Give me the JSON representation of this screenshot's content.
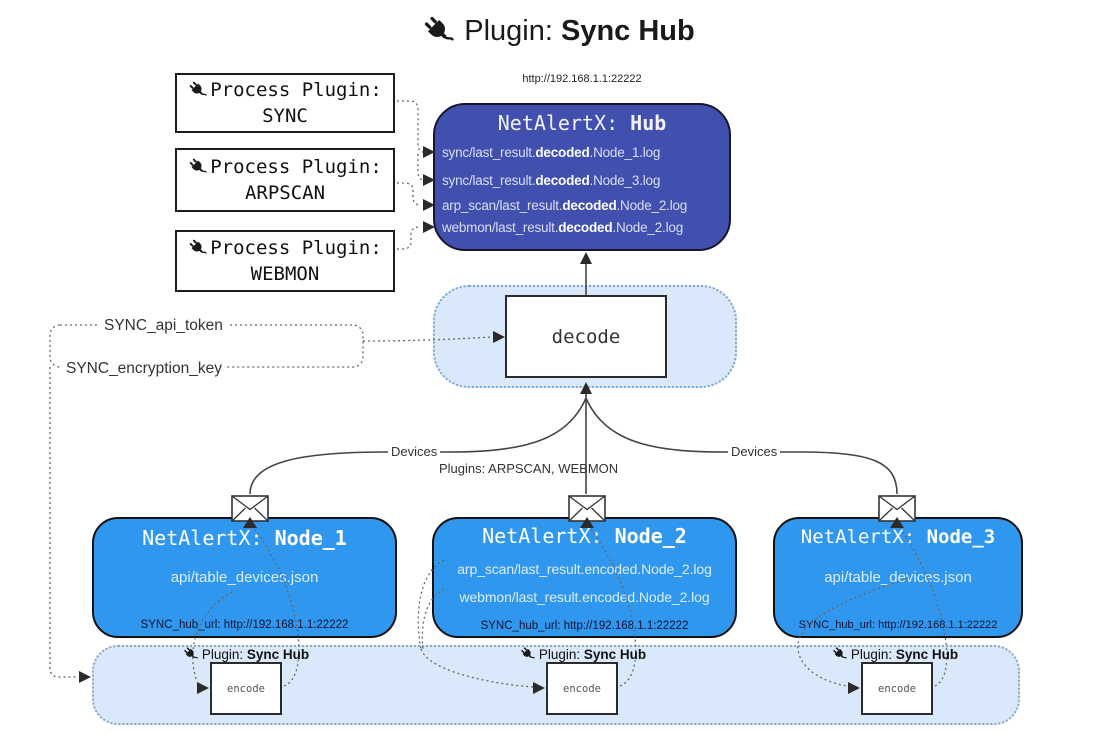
{
  "title": {
    "prefix": "Plugin: ",
    "bold": "Sync Hub"
  },
  "icons": {
    "plug_icon": "🔌",
    "envelope_icon": "✉"
  },
  "hub": {
    "url": "http://192.168.1.1:22222",
    "name_prefix": "NetAlertX: ",
    "name_bold": "Hub",
    "lines": [
      {
        "pre": "sync/last_result.",
        "bold": "decoded",
        "post": ".Node_1.log"
      },
      {
        "pre": "sync/last_result.",
        "bold": "decoded",
        "post": ".Node_3.log"
      },
      {
        "pre": "arp_scan/last_result.",
        "bold": "decoded",
        "post": ".Node_2.log"
      },
      {
        "pre": "webmon/last_result.",
        "bold": "decoded",
        "post": ".Node_2.log"
      }
    ]
  },
  "process_plugins": {
    "label": "Process Plugin:",
    "items": [
      "SYNC",
      "ARPSCAN",
      "WEBMON"
    ]
  },
  "decode": {
    "label": "decode"
  },
  "tokens": {
    "api": "SYNC_api_token",
    "key": "SYNC_encryption_key"
  },
  "edges": {
    "devices_left": "Devices",
    "devices_right": "Devices",
    "plugins_mid": "Plugins: ARPSCAN, WEBMON"
  },
  "nodes": [
    {
      "name_prefix": "NetAlertX: ",
      "name_bold": "Node_1",
      "lines": [
        "api/table_devices.json"
      ],
      "footer": "SYNC_hub_url: http://192.168.1.1:22222"
    },
    {
      "name_prefix": "NetAlertX: ",
      "name_bold": "Node_2",
      "lines": [
        "arp_scan/last_result.encoded.Node_2.log",
        "webmon/last_result.encoded.Node_2.log"
      ],
      "footer": "SYNC_hub_url: http://192.168.1.1:22222"
    },
    {
      "name_prefix": "NetAlertX: ",
      "name_bold": "Node_3",
      "lines": [
        "api/table_devices.json"
      ],
      "footer": "SYNC_hub_url: http://192.168.1.1:22222"
    }
  ],
  "encode_bar": {
    "label_prefix": "Plugin: ",
    "label_bold": "Sync Hub",
    "encode_label": "encode"
  },
  "colors": {
    "hub_fill": "#4150af",
    "node_fill": "#2f97ee",
    "panel_fill": "#d9e9fb",
    "line": "#444444"
  }
}
